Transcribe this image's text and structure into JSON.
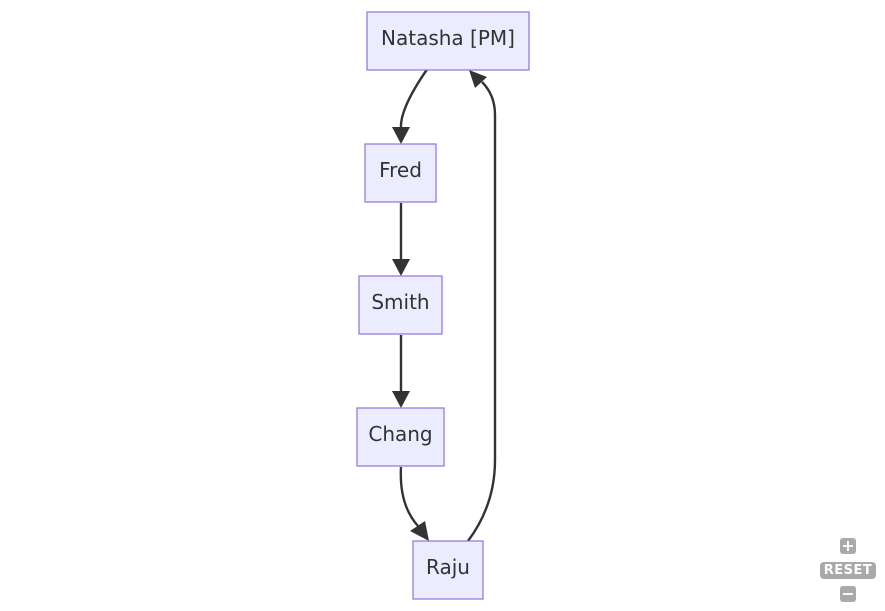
{
  "diagram": {
    "nodes": [
      {
        "id": "natasha",
        "label": "Natasha [PM]"
      },
      {
        "id": "fred",
        "label": "Fred"
      },
      {
        "id": "smith",
        "label": "Smith"
      },
      {
        "id": "chang",
        "label": "Chang"
      },
      {
        "id": "raju",
        "label": "Raju"
      }
    ],
    "edges": [
      {
        "from": "natasha",
        "to": "fred"
      },
      {
        "from": "fred",
        "to": "smith"
      },
      {
        "from": "smith",
        "to": "chang"
      },
      {
        "from": "chang",
        "to": "raju"
      },
      {
        "from": "raju",
        "to": "natasha"
      }
    ],
    "colors": {
      "node_fill": "#ececff",
      "node_stroke": "#9370db",
      "edge": "#333333",
      "text": "#333333",
      "control_bg": "#a9a9a9"
    }
  },
  "controls": {
    "zoom_in_glyph": "+",
    "reset_label": "RESET",
    "zoom_out_glyph": "−"
  }
}
